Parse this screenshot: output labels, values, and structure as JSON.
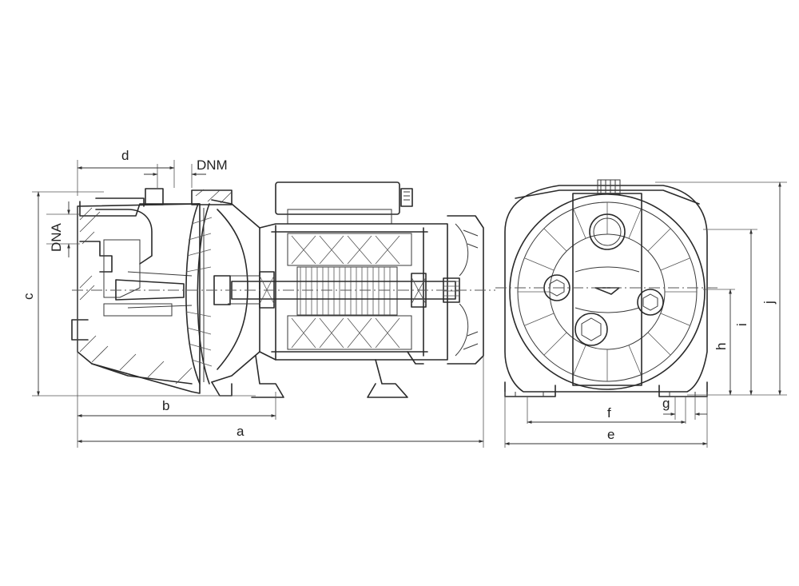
{
  "diagram": {
    "labels": {
      "a": "a",
      "b": "b",
      "c": "c",
      "d": "d",
      "e": "e",
      "f": "f",
      "g": "g",
      "h": "h",
      "i": "i",
      "j": "j",
      "dnm": "DNM",
      "dna": "DNA"
    }
  }
}
